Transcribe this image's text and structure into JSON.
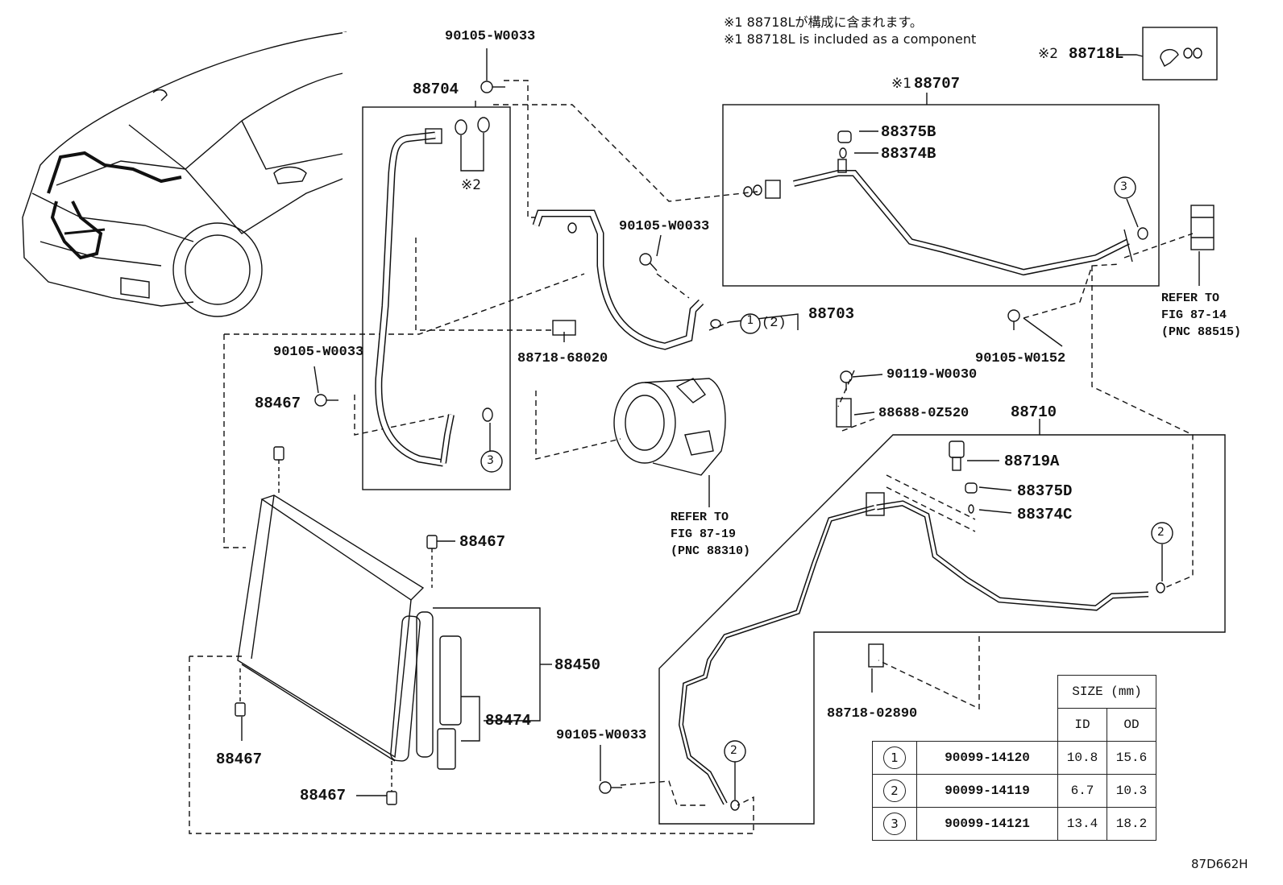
{
  "notes": {
    "line1": "※1 88718Lが構成に含まれます。",
    "line2": "※1 88718L is included as a component"
  },
  "labels": {
    "p88718L_mark": "※2",
    "p88718L": "88718L",
    "p88707_mark": "※1",
    "p88707": "88707",
    "p88704": "88704",
    "p88375B": "88375B",
    "p88374B": "88374B",
    "bolt_top": "90105-W0033",
    "bolt_mid": "90105-W0033",
    "bolt_left": "90105-W0033",
    "bolt_bottom": "90105-W0033",
    "bolt_w0152": "90105-W0152",
    "bolt_w0030": "90119-W0030",
    "p88703": "88703",
    "p88703_sub": "(2)",
    "p88703_c1": "1",
    "mark2": "※2",
    "p88718_68020": "88718-68020",
    "p88688": "88688-0Z520",
    "p88710": "88710",
    "p88719A": "88719A",
    "p88375D": "88375D",
    "p88374C": "88374C",
    "p88467_a": "88467",
    "p88467_b": "88467",
    "p88467_c": "88467",
    "p88467_d": "88467",
    "p88450": "88450",
    "p88474": "88474",
    "p88718_02890": "88718-02890",
    "ring3_left": "3",
    "ring3_right": "3",
    "ring2_right": "2",
    "ring2_bottom": "2"
  },
  "refs": {
    "fig87_19": "REFER TO\nFIG 87-19\n(PNC 88310)",
    "fig87_14": "REFER TO\nFIG 87-14\n(PNC 88515)"
  },
  "size_table": {
    "header": "SIZE (mm)",
    "col_id": "ID",
    "col_od": "OD",
    "rows": [
      {
        "circle": "1",
        "part": "90099-14120",
        "id": "10.8",
        "od": "15.6"
      },
      {
        "circle": "2",
        "part": "90099-14119",
        "id": "6.7",
        "od": "10.3"
      },
      {
        "circle": "3",
        "part": "90099-14121",
        "id": "13.4",
        "od": "18.2"
      }
    ]
  },
  "diagram_code": "87D662H"
}
